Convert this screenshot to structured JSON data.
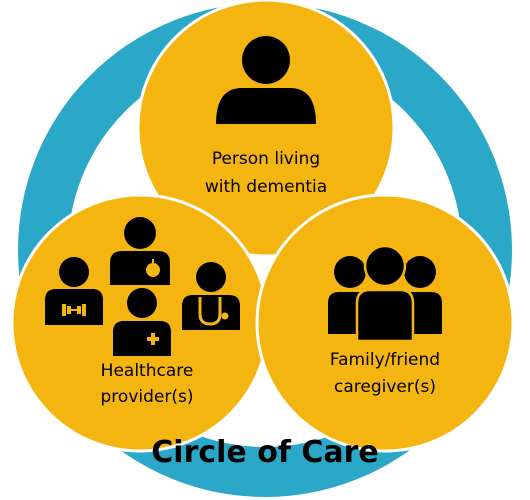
{
  "title": "Circle of Care",
  "nodes": {
    "person": {
      "line1": "Person living",
      "line2": "with dementia",
      "icon": "person-icon"
    },
    "healthcare": {
      "line1": "Healthcare",
      "line2": "provider(s)",
      "icon": "healthcare-team-icon"
    },
    "family": {
      "line1": "Family/friend",
      "line2": "caregiver(s)",
      "icon": "group-icon"
    }
  },
  "colors": {
    "outer_ring": "#2BA8C8",
    "circle_fill": "#F5B511",
    "circle_stroke": "#FFFFFF",
    "icon": "#000000",
    "text": "#000000"
  }
}
